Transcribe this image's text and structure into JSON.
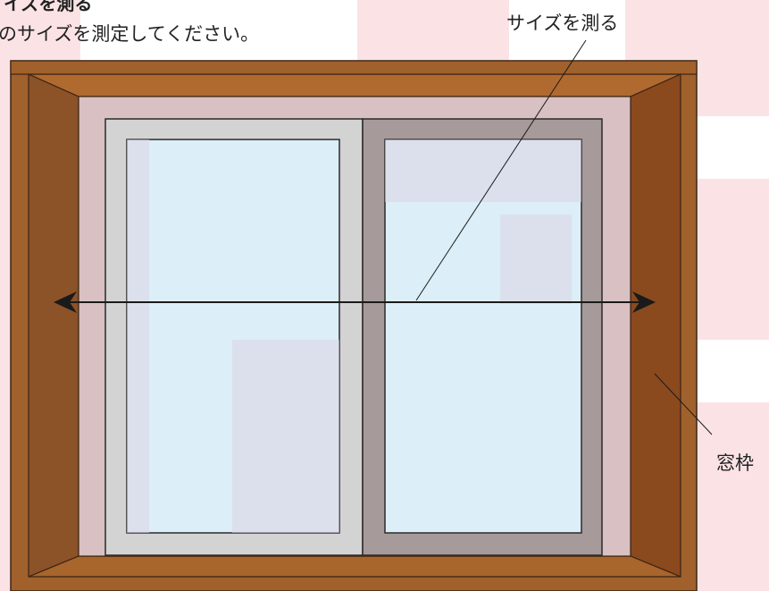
{
  "heading": {
    "title": "イズを測る",
    "subtitle": "のサイズを測定してください。"
  },
  "callouts": {
    "measure_size": "サイズを測る",
    "window_frame": "窓枠"
  },
  "colors": {
    "watermark": "#fbe3e5",
    "frame_outer": "#a0612c",
    "frame_left": "#8c5228",
    "frame_right": "#8a4a1e",
    "frame_top": "#b06a30",
    "frame_bottom": "#a8652c",
    "pane_glass": "#dceef7",
    "sash_left": "#d3d3d3",
    "sash_right": "#a69a9a",
    "arrow": "#1a1a1a"
  }
}
